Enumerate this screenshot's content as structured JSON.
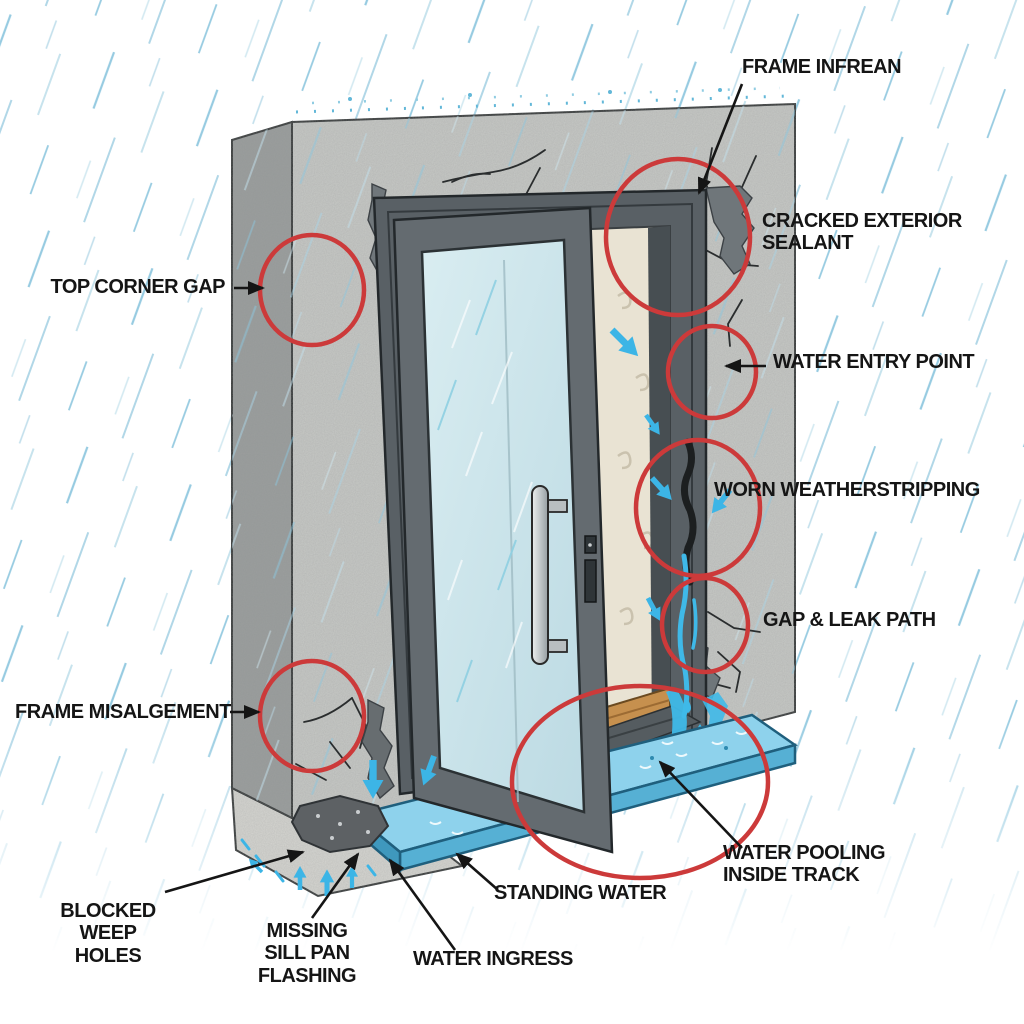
{
  "annotations": {
    "frame_ingress": {
      "label": "FRAME INFREAN"
    },
    "cracked_exterior_sealant": {
      "label": "CRACKED EXTERIOR SEALANT"
    },
    "top_corner_gap": {
      "label": "TOP CORNER GAP"
    },
    "water_entry_point": {
      "label": "WATER ENTRY POINT"
    },
    "worn_weatherstripping": {
      "label": "WORN WEATHERSTRIPPING"
    },
    "gap_leak_path": {
      "label": "GAP & LEAK PATH"
    },
    "frame_misalignment": {
      "label": "FRAME MISALGEMENT"
    },
    "blocked_weep_holes": {
      "label": "BLOCKED WEEP HOLES"
    },
    "missing_sill_pan_flashing": {
      "label": "MISSING SILL PAN FLASHING"
    },
    "water_ingress": {
      "label": "WATER INGRESS"
    },
    "standing_water": {
      "label": "STANDING WATER"
    },
    "water_pooling_inside_track": {
      "label": "WATER POOLING INSIDE TRACK"
    }
  },
  "colors": {
    "annotation-red": "#cc3a3a",
    "water-blue": "#3cb5e6",
    "rain-blue": "#8cc6de",
    "label-black": "#151515"
  }
}
